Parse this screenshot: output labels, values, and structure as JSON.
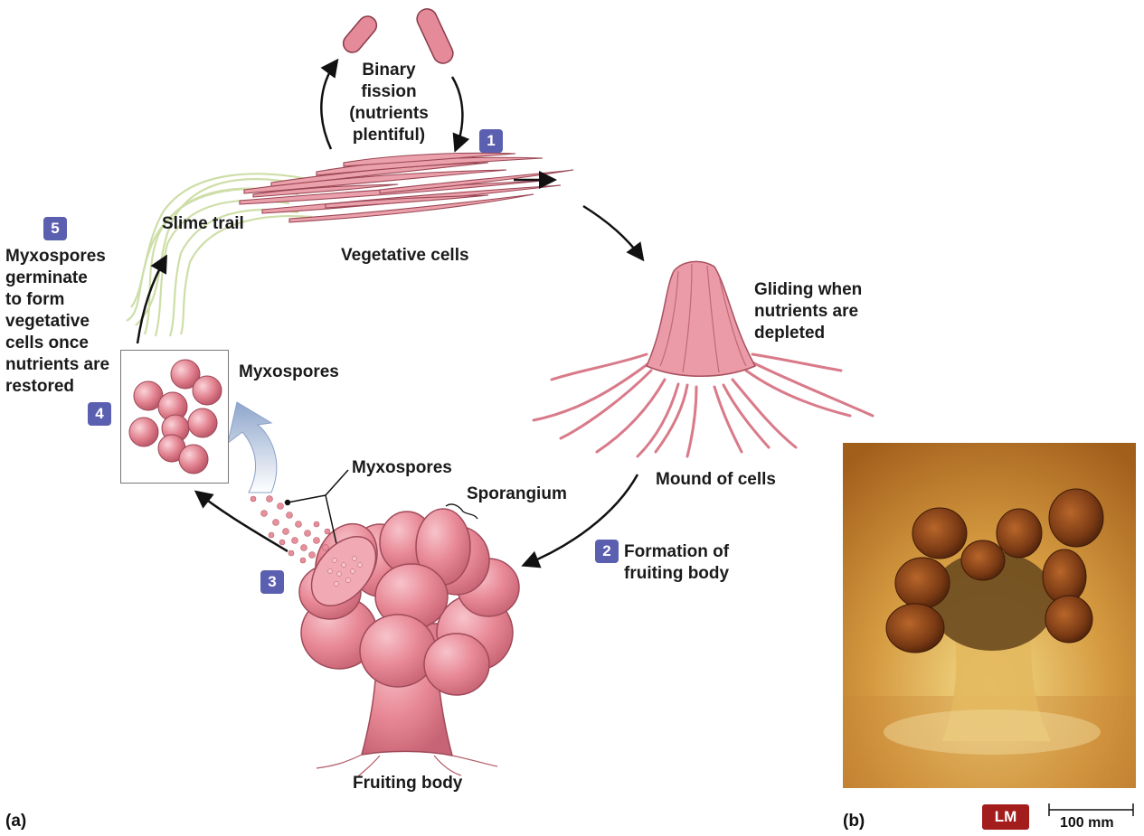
{
  "steps": {
    "s1": "1",
    "s2": "2",
    "s3": "3",
    "s4": "4",
    "s5": "5"
  },
  "labels": {
    "binary_fission": [
      "Binary",
      "fission",
      "(nutrients",
      "plentiful)"
    ],
    "slime_trail": "Slime trail",
    "vegetative_cells": "Vegetative cells",
    "gliding": [
      "Gliding when",
      "nutrients are",
      "depleted"
    ],
    "mound": "Mound of cells",
    "formation": [
      "Formation of",
      "fruiting body"
    ],
    "myxospores_box": "Myxospores",
    "myxospores_pointer": "Myxospores",
    "sporangium": "Sporangium",
    "fruiting_body": "Fruiting body",
    "germinate": [
      "Myxospores",
      "germinate",
      "to form",
      "vegetative",
      "cells once",
      "nutrients are",
      "restored"
    ]
  },
  "panels": {
    "a": "(a)",
    "b": "(b)"
  },
  "micrograph": {
    "badge": "LM",
    "scale_bar": "100 mm"
  },
  "colors": {
    "step_badge": "#5b5fb0",
    "cell_pink": "#e8909a",
    "slime_green": "#c6d99a",
    "lm_badge": "#a31d1d"
  }
}
